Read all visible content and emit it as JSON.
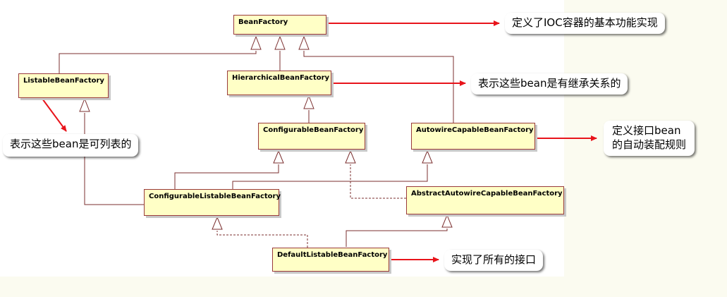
{
  "diagram": {
    "classes": {
      "bean_factory": "BeanFactory",
      "listable_bean_factory": "ListableBeanFactory",
      "hierarchical_bean_factory": "HierarchicalBeanFactory",
      "configurable_bean_factory": "ConfigurableBeanFactory",
      "autowire_capable_bean_factory": "AutowireCapableBeanFactory",
      "configurable_listable_bean_factory": "ConfigurableListableBeanFactory",
      "abstract_autowire_capable_bean_factory": "AbstractAutowireCapableBeanFactory",
      "default_listable_bean_factory": "DefaultListableBeanFactory"
    },
    "notes": {
      "bean_factory_note": "定义了IOC容器的基本功能实现",
      "hierarchical_note": "表示这些bean是有继承关系的",
      "listable_note": "表示这些bean是可列表的",
      "autowire_note_line1": "定义接口bean",
      "autowire_note_line2": "的自动装配规则",
      "default_note": "实现了所有的接口"
    },
    "colors": {
      "class_fill": "#ffffc6",
      "class_border": "#9a3b3b",
      "connector": "#7b2f2f",
      "arrow_red": "#e8141b",
      "background": "#fbfbf0"
    }
  }
}
